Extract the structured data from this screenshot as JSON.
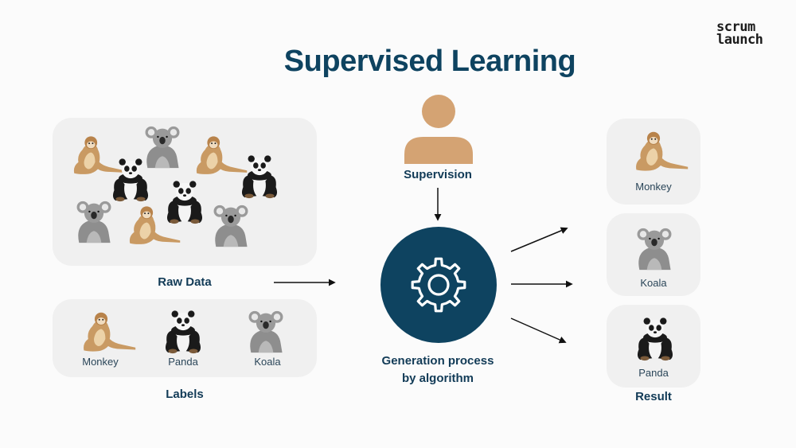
{
  "brand": {
    "line1": "scrum",
    "line2": "launch"
  },
  "title": "Supervised Learning",
  "raw_data": {
    "label": "Raw Data"
  },
  "labels": {
    "title": "Labels",
    "items": [
      "Monkey",
      "Panda",
      "Koala"
    ]
  },
  "supervision": {
    "label": "Supervision"
  },
  "process": {
    "line1": "Generation process",
    "line2": "by algorithm"
  },
  "result": {
    "title": "Result",
    "items": [
      "Monkey",
      "Koala",
      "Panda"
    ]
  },
  "colors": {
    "navy": "#0e4360",
    "person": "#d4a373",
    "panel": "#f0f0f0"
  },
  "icons": [
    "person-icon",
    "gear-icon",
    "arrow-icon",
    "monkey-icon",
    "panda-icon",
    "koala-icon"
  ]
}
